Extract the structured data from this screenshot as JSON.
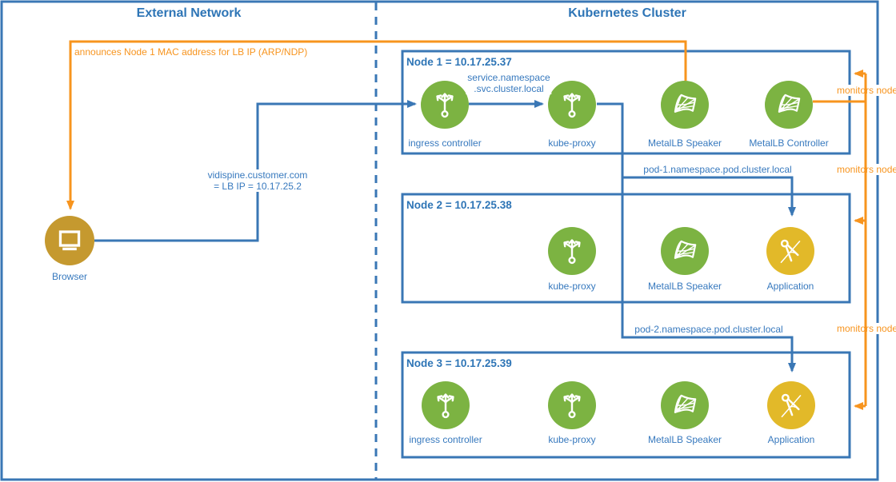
{
  "colors": {
    "line_blue": "#3A77B5",
    "text_blue": "#3779BE",
    "title_blue": "#2E75B6",
    "orange": "#F7941E",
    "green": "#7CB342",
    "app_yellow": "#E2B929",
    "browser_gold": "#C5992F",
    "label_bg": "#FFFFFF"
  },
  "regions": {
    "external": {
      "title": "External Network"
    },
    "cluster": {
      "title": "Kubernetes Cluster"
    }
  },
  "nodes": [
    {
      "title": "Node 1 = 10.17.25.37",
      "components": [
        "ingress controller",
        "kube-proxy",
        "MetalLB Speaker",
        "MetalLB Controller"
      ]
    },
    {
      "title": "Node 2 = 10.17.25.38",
      "components": [
        "kube-proxy",
        "MetalLB Speaker",
        "Application"
      ]
    },
    {
      "title": "Node 3 = 10.17.25.39",
      "components": [
        "ingress controller",
        "kube-proxy",
        "MetalLB Speaker",
        "Application"
      ]
    }
  ],
  "external_items": {
    "browser": "Browser"
  },
  "edge_labels": {
    "announce": "announces Node 1 MAC address for LB IP (ARP/NDP)",
    "dns_line1": "vidispine.customer.com",
    "dns_line2": "= LB IP = 10.17.25.2",
    "service_line1": "service.namespace",
    "service_line2": ".svc.cluster.local",
    "pod1": "pod-1.namespace.pod.cluster.local",
    "pod2": "pod-2.namespace.pod.cluster.local",
    "monitors": "monitors node"
  }
}
